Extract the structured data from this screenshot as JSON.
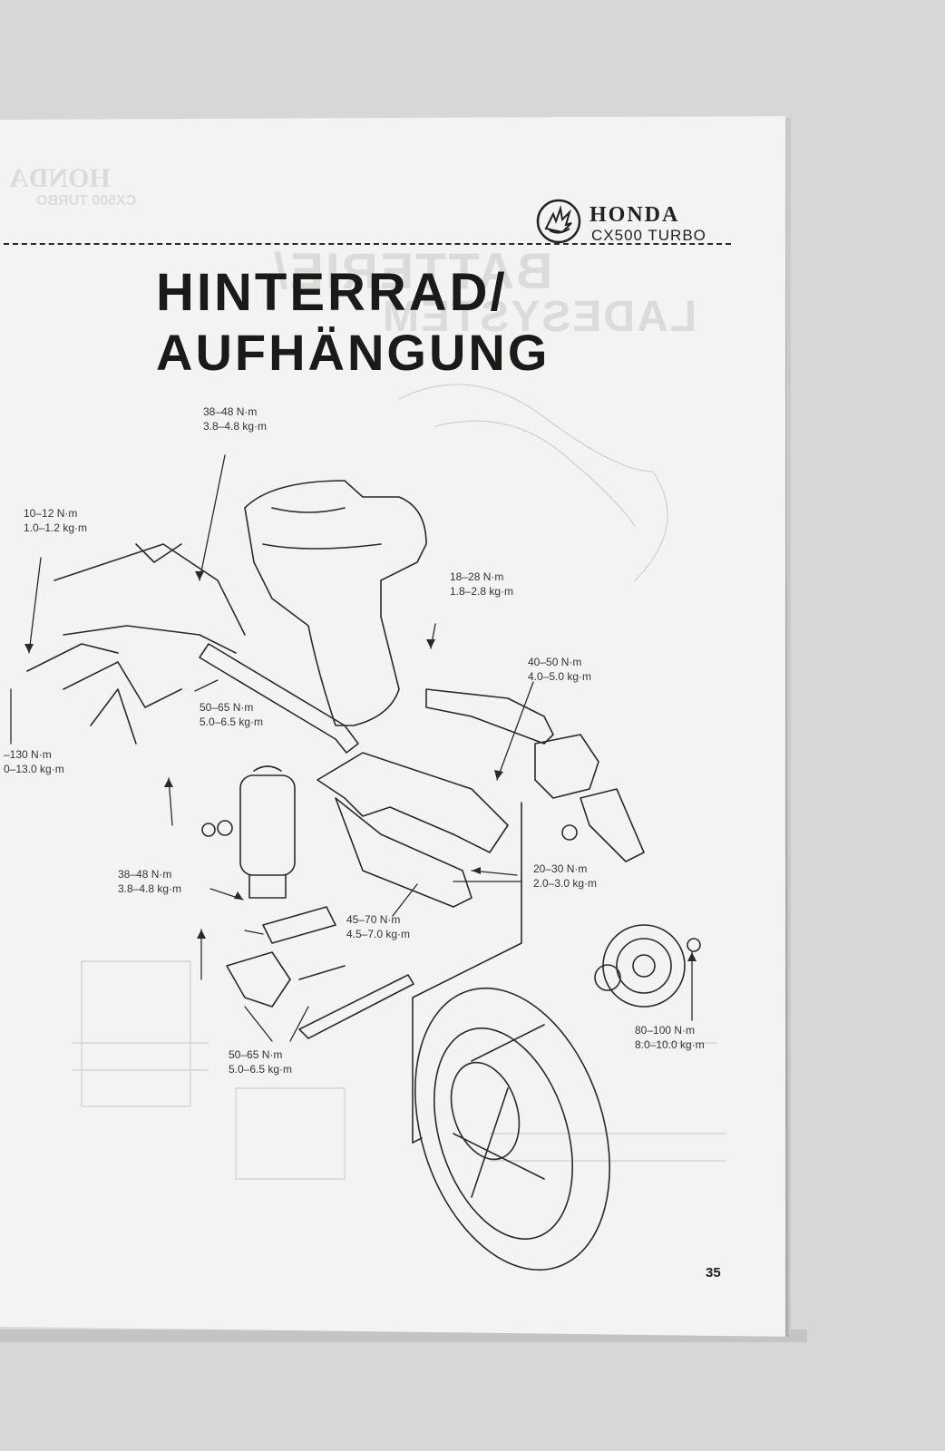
{
  "header": {
    "brand": "HONDA",
    "model": "CX500 TURBO"
  },
  "title": {
    "line1": "HINTERRAD/",
    "line2": "AUFHÄNGUNG"
  },
  "ghost_text": {
    "brand": "HONDA",
    "model": "CX500 TURBO",
    "title1": "BATTERIE/",
    "title2": "LADESYSTEM"
  },
  "torque_labels": [
    {
      "nm": "38–48 N·m",
      "kgm": "3.8–4.8 kg·m"
    },
    {
      "nm": "10–12 N·m",
      "kgm": "1.0–1.2 kg·m"
    },
    {
      "nm": "18–28 N·m",
      "kgm": "1.8–2.8 kg·m"
    },
    {
      "nm": "40–50 N·m",
      "kgm": "4.0–5.0 kg·m"
    },
    {
      "nm": "50–65 N·m",
      "kgm": "5.0–6.5 kg·m"
    },
    {
      "nm": "–130 N·m",
      "kgm": "0–13.0 kg·m"
    },
    {
      "nm": "38–48 N·m",
      "kgm": "3.8–4.8 kg·m"
    },
    {
      "nm": "20–30 N·m",
      "kgm": "2.0–3.0 kg·m"
    },
    {
      "nm": "45–70 N·m",
      "kgm": "4.5–7.0 kg·m"
    },
    {
      "nm": "80–100 N·m",
      "kgm": "8.0–10.0 kg·m"
    },
    {
      "nm": "50–65 N·m",
      "kgm": "5.0–6.5 kg·m"
    }
  ],
  "page_number": "35",
  "colors": {
    "paper": "#f3f3f1",
    "background": "#d7d8d6",
    "ink": "#222222"
  }
}
